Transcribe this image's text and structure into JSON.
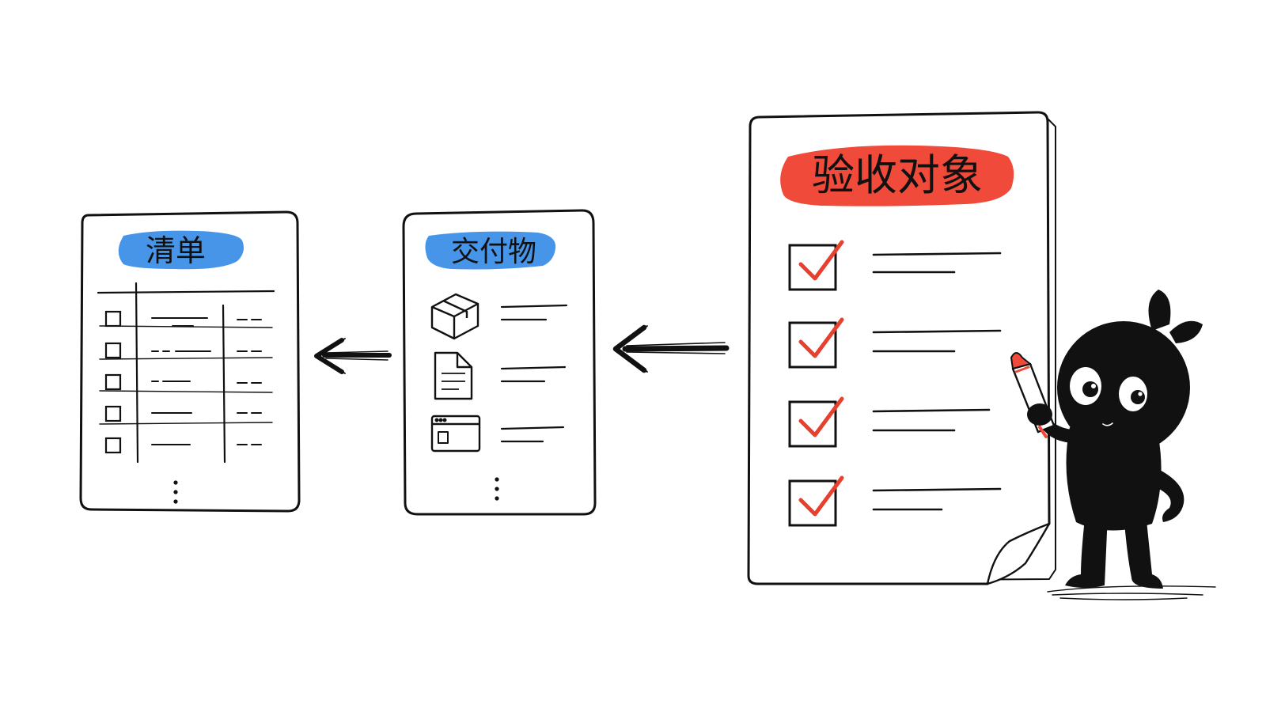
{
  "labels": {
    "checklist_title": "清单",
    "deliverables_title": "交付物",
    "acceptance_title": "验收对象"
  },
  "icons": {
    "checklist_rows": [
      "checkbox-icon",
      "checkbox-icon",
      "checkbox-icon",
      "checkbox-icon",
      "checkbox-icon"
    ],
    "deliverable_items": [
      "package-box-icon",
      "document-icon",
      "browser-window-icon"
    ],
    "acceptance_items": [
      "checked-checkbox-icon",
      "checked-checkbox-icon",
      "checked-checkbox-icon",
      "checked-checkbox-icon"
    ],
    "arrows": [
      "left-arrow-icon",
      "left-arrow-icon"
    ],
    "character": "mascot-holding-marker"
  },
  "colors": {
    "ink": "#111111",
    "blue_highlight": "#3d8fe8",
    "red_highlight": "#ef4a3a",
    "check_red": "#e8402f",
    "paper": "#ffffff"
  }
}
